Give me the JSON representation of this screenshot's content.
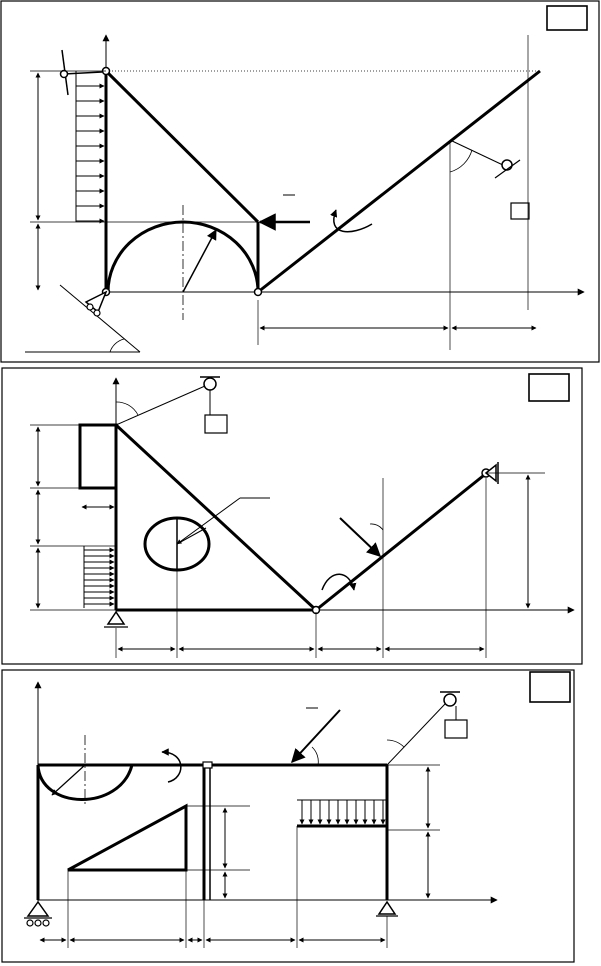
{
  "figure": {
    "panels": [
      {
        "id": "panel-1",
        "label": ""
      },
      {
        "id": "panel-2",
        "label": ""
      },
      {
        "id": "panel-3",
        "label": ""
      }
    ],
    "line_color": "#000000",
    "background": "#ffffff"
  }
}
